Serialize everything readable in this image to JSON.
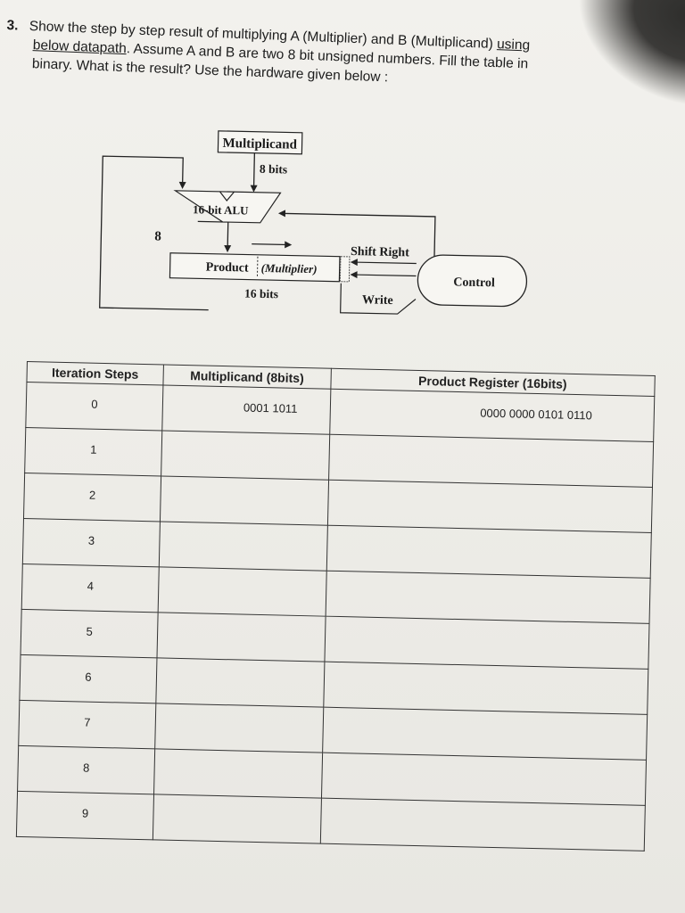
{
  "question": {
    "number": "3.",
    "line1": "Show the step by step result of multiplying A (Multiplier) and B (Multiplicand)",
    "line1_link": "using",
    "line2_link": "below datapath",
    "line2_rest": ". Assume A and B are two 8 bit unsigned numbers. Fill the table in",
    "line3": "binary. What is the result? Use the hardware given below :"
  },
  "diagram": {
    "multiplicand": "Multiplicand",
    "bits8": "8 bits",
    "alu": "16-bit ALU",
    "bus_width": "8",
    "product": "Product",
    "multiplier": "(Multiplier)",
    "bits16": "16 bits",
    "shift_right": "Shift Right",
    "write": "Write",
    "control": "Control"
  },
  "table": {
    "headers": [
      "Iteration Steps",
      "Multiplicand (8bits)",
      "Product Register (16bits)"
    ],
    "rows": [
      {
        "step": "0",
        "multiplicand": "0001 1011",
        "product": "0000 0000 0101 0110"
      },
      {
        "step": "1",
        "multiplicand": "",
        "product": ""
      },
      {
        "step": "2",
        "multiplicand": "",
        "product": ""
      },
      {
        "step": "3",
        "multiplicand": "",
        "product": ""
      },
      {
        "step": "4",
        "multiplicand": "",
        "product": ""
      },
      {
        "step": "5",
        "multiplicand": "",
        "product": ""
      },
      {
        "step": "6",
        "multiplicand": "",
        "product": ""
      },
      {
        "step": "7",
        "multiplicand": "",
        "product": ""
      },
      {
        "step": "8",
        "multiplicand": "",
        "product": ""
      },
      {
        "step": "9",
        "multiplicand": "",
        "product": ""
      }
    ]
  }
}
